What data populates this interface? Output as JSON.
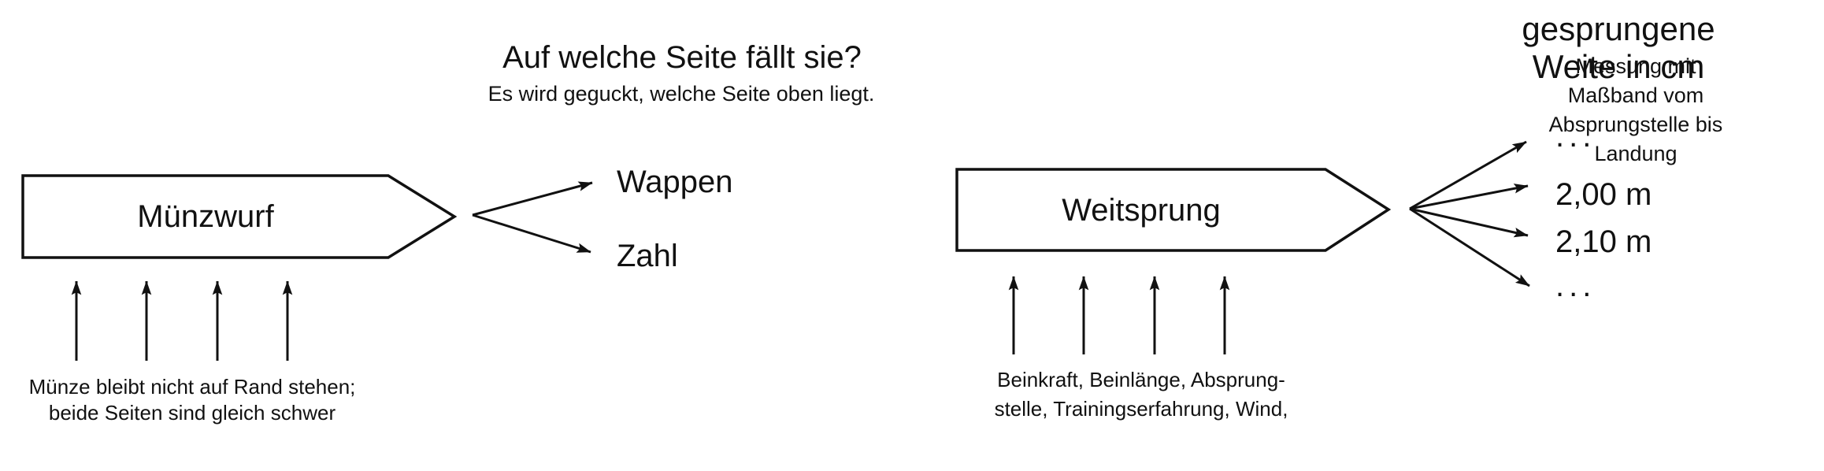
{
  "colors": {
    "ink": "#111111",
    "paper": "#ffffff"
  },
  "coin_toss": {
    "question_title": "Auf welche Seite fällt sie?",
    "question_subtitle": "Es wird geguckt, welche Seite oben liegt.",
    "experiment_label": "Münzwurf",
    "outcomes": [
      "Wappen",
      "Zahl"
    ],
    "conditions_note": "Münze bleibt nicht auf Rand stehen;\nbeide Seiten sind gleich schwer"
  },
  "long_jump": {
    "measure_title": "gesprungene Weite in cm",
    "measure_subtitle": "Messung mit Maßband vom\nAbsprungstelle bis Landung",
    "experiment_label": "Weitsprung",
    "outcomes": [
      "...",
      "2,00 m",
      "2,10 m",
      "..."
    ],
    "influences_note": "Beinkraft, Beinlänge, Absprung-\nstelle, Trainingserfahrung, Wind,"
  }
}
